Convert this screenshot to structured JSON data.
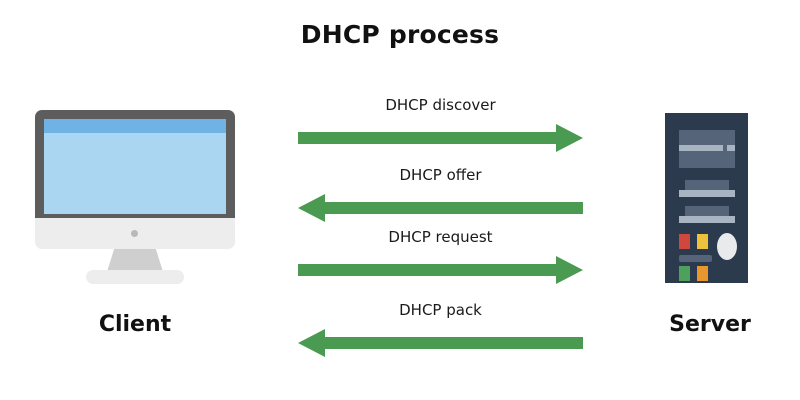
{
  "title": "DHCP process",
  "colors": {
    "arrow_green": "#4a9a52",
    "monitor_bezel": "#5d5d5d",
    "monitor_screen": "#abd6f2",
    "monitor_titlebar": "#6fb2e4",
    "monitor_chin": "#ededed",
    "server_body": "#2c3a4e",
    "server_bay": "#56647a",
    "server_bar": "#a9b4c2",
    "led_red": "#d0473e",
    "led_yellow": "#edc13c",
    "led_green": "#4da15c",
    "led_orange": "#e8972f",
    "text": "#111111",
    "background": "#ffffff"
  },
  "endpoints": {
    "client": {
      "label": "Client",
      "icon": "desktop-computer-icon"
    },
    "server": {
      "label": "Server",
      "icon": "server-tower-icon"
    }
  },
  "messages": [
    {
      "label": "DHCP discover",
      "direction": "right",
      "from": "Client",
      "to": "Server",
      "step": 1
    },
    {
      "label": "DHCP offer",
      "direction": "left",
      "from": "Server",
      "to": "Client",
      "step": 2
    },
    {
      "label": "DHCP request",
      "direction": "right",
      "from": "Client",
      "to": "Server",
      "step": 3
    },
    {
      "label": "DHCP pack",
      "direction": "left",
      "from": "Server",
      "to": "Client",
      "step": 4
    }
  ]
}
